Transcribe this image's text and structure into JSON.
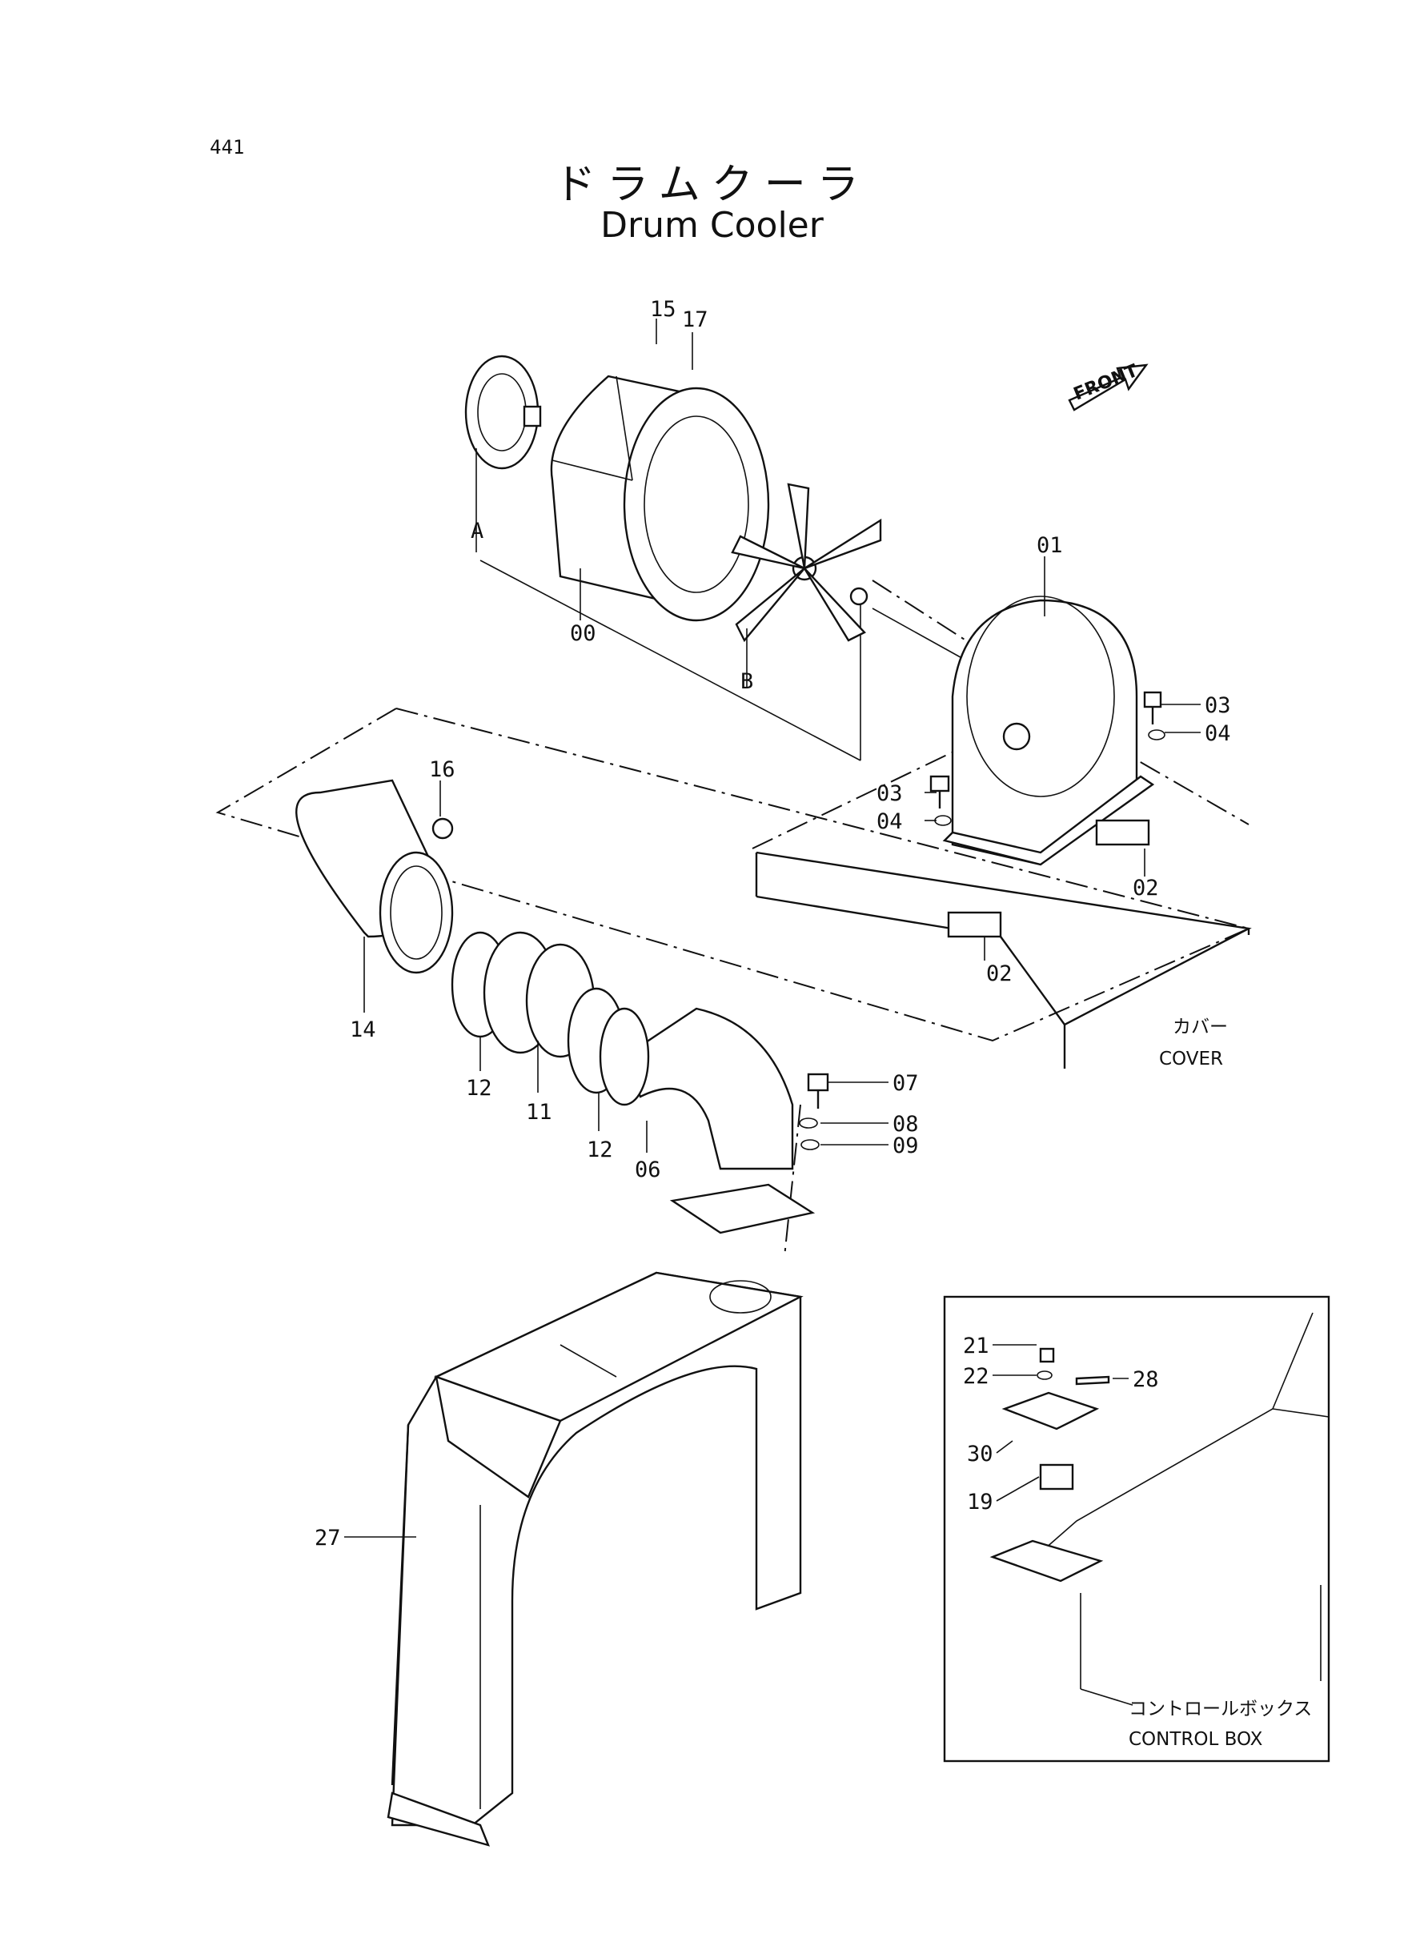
{
  "page_number": "441",
  "title_jp": "ドラムクーラ",
  "title_en": "Drum Cooler",
  "front_label": "FRONT",
  "callouts": {
    "c00": "00",
    "c01": "01",
    "c02a": "02",
    "c02b": "02",
    "c03a": "03",
    "c03b": "03",
    "c04a": "04",
    "c04b": "04",
    "c06": "06",
    "c07": "07",
    "c08": "08",
    "c09": "09",
    "c11": "11",
    "c12a": "12",
    "c12b": "12",
    "c14": "14",
    "c15": "15",
    "c16": "16",
    "c17": "17",
    "c19": "19",
    "c21": "21",
    "c22": "22",
    "c27": "27",
    "c28": "28",
    "c30": "30",
    "cA": "A",
    "cB": "B"
  },
  "notes": {
    "cover_jp": "カバー",
    "cover_en": "COVER",
    "control_box_jp": "コントロールボックス",
    "control_box_en": "CONTROL BOX"
  }
}
